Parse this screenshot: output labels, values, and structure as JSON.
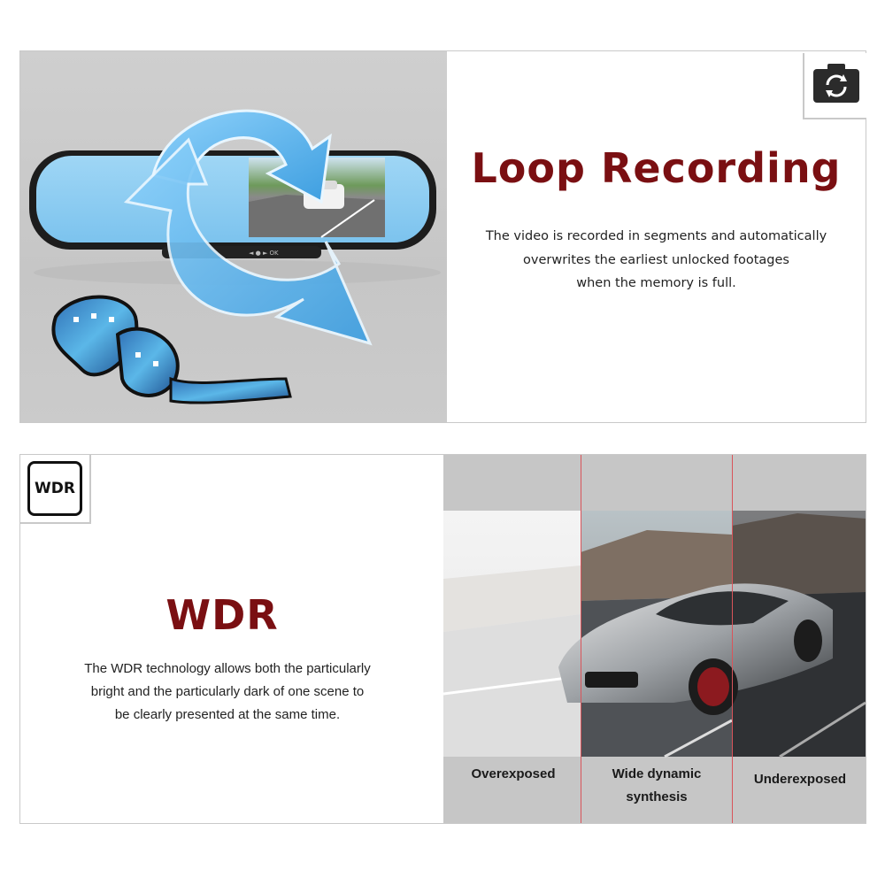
{
  "loop_recording": {
    "title": "Loop Recording",
    "description_lines": [
      "The video is recorded in segments and automatically",
      "overwrites the earliest unlocked footages",
      "when the memory is full."
    ],
    "icon": "loop-camera-icon",
    "mirror_buttons": "◄ ● ► OK"
  },
  "wdr": {
    "title": "WDR",
    "icon_label": "WDR",
    "description_lines": [
      "The WDR technology allows both the particularly",
      "bright and the particularly dark of one scene to",
      "be clearly presented at the same time."
    ],
    "columns": [
      {
        "label_lines": [
          "Overexposed"
        ]
      },
      {
        "label_lines": [
          "Wide dynamic",
          "synthesis"
        ]
      },
      {
        "label_lines": [
          "Underexposed"
        ]
      }
    ]
  },
  "colors": {
    "title_red": "#7a0f12",
    "arrow_blue": "#5fb3ec",
    "divider_red": "#d9545a",
    "panel_border": "#c9c9c9"
  }
}
